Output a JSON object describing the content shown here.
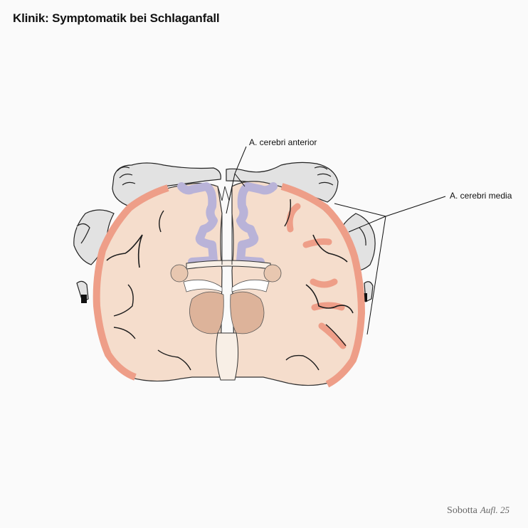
{
  "header": {
    "title": "Klinik: Symptomatik bei Schlaganfall"
  },
  "labels": {
    "anterior": "A. cerebri anterior",
    "media": "A. cerebri media"
  },
  "footer": {
    "brand": "Sobotta",
    "edition": "Aufl. 25"
  },
  "colors": {
    "tissue": "#f5ddcc",
    "anterior_territory": "#b9b3d8",
    "media_territory": "#ee9e88",
    "deep_nuclei": "#ddb39a",
    "homunculus": "#e2e2e2"
  }
}
